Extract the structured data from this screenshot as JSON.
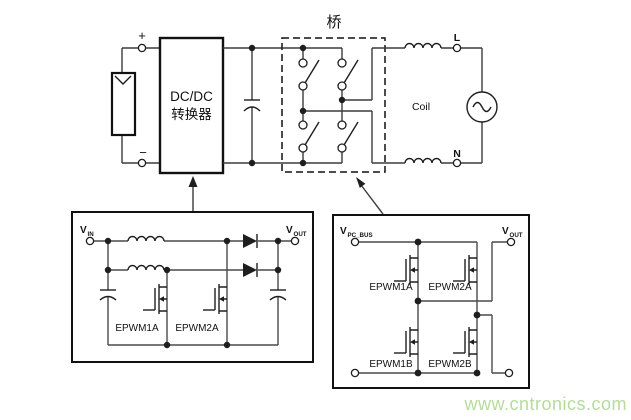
{
  "main_circuit": {
    "plus_label": "+",
    "minus_label": "−",
    "converter_line1": "DC/DC",
    "converter_line2": "转换器",
    "bridge_label": "桥",
    "coil_label": "Coil",
    "line_terminal": "L",
    "neutral_terminal": "N"
  },
  "boost_detail": {
    "vin_main": "V",
    "vin_sub": "IN",
    "vout_main": "V",
    "vout_sub": "OUT",
    "fet_a": "EPWM1A",
    "fet_b": "EPWM2A"
  },
  "bridge_detail": {
    "vbus_main": "V",
    "vbus_sub": "PC_BUS",
    "vout_main": "V",
    "vout_sub": "OUT",
    "fet_1a": "EPWM1A",
    "fet_2a": "EPWM2A",
    "fet_1b": "EPWM1B",
    "fet_2b": "EPWM2B"
  },
  "watermark": {
    "text": "www.cntronics.com",
    "color": "#b6db9d"
  }
}
